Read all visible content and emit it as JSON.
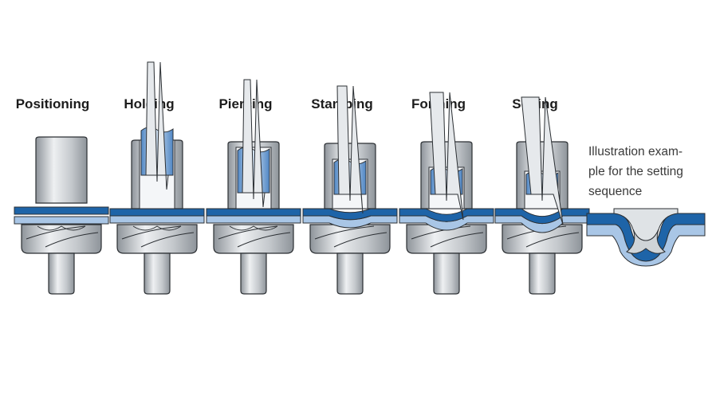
{
  "steps": [
    {
      "id": "positioning",
      "label": "Positioning"
    },
    {
      "id": "holding",
      "label": "Holding"
    },
    {
      "id": "piercing",
      "label": "Piercing"
    },
    {
      "id": "stamping",
      "label": "Stamping"
    },
    {
      "id": "forming",
      "label": "Forming"
    },
    {
      "id": "setting",
      "label": "Setting"
    }
  ],
  "caption": {
    "line1": "Illustration exam-",
    "line2": "ple for the setting",
    "line3": "sequence"
  },
  "colors": {
    "sheet_dark": "#1e64a8",
    "sheet_light": "#a9c6e6",
    "steel_mid": "#c4c8cc",
    "steel_light": "#eef0f2",
    "steel_dark": "#8e949a",
    "rivet_blue_light": "#dbe8f6",
    "rivet_blue_dark": "#4f86c4",
    "outline": "#2b2f33"
  }
}
